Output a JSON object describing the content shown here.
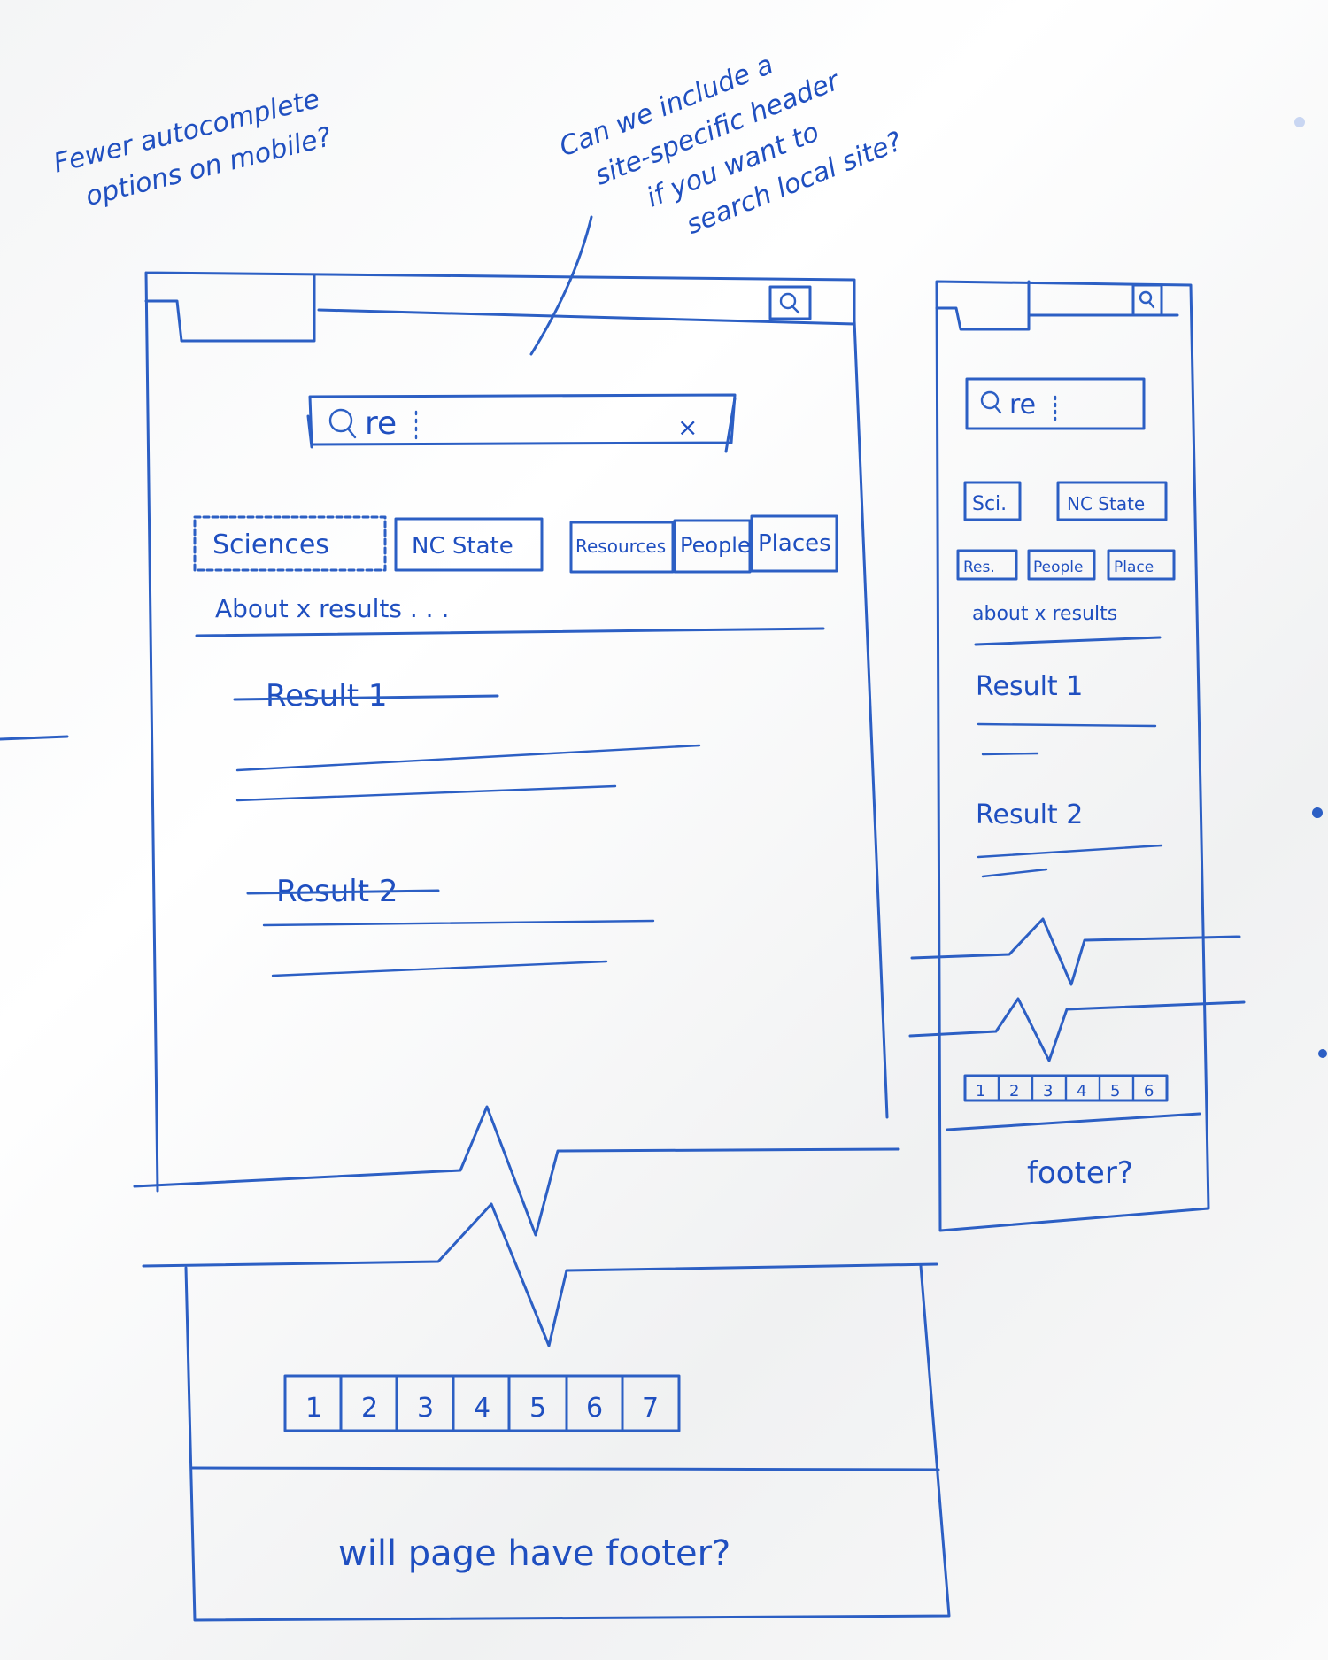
{
  "notes": {
    "mobile_autocomplete": [
      "Fewer autocomplete",
      "options on mobile?"
    ],
    "site_header": [
      "Can we include a",
      "site-specific header",
      "if you want to",
      "search local site?"
    ]
  },
  "desktop": {
    "search_value": "re",
    "search_clear": "×",
    "filters": [
      "Sciences",
      "NC State",
      "Resources",
      "People",
      "Places"
    ],
    "results_summary": "About x results . . .",
    "results": [
      "Result 1",
      "Result 2"
    ],
    "pagination": [
      "1",
      "2",
      "3",
      "4",
      "5",
      "6",
      "7"
    ],
    "footer_question": "will page have footer?"
  },
  "mobile": {
    "search_value": "re",
    "filters_row1": [
      "Sci.",
      "NC State"
    ],
    "filters_row2": [
      "Res.",
      "People",
      "Place"
    ],
    "results_summary": "about x results",
    "results": [
      "Result 1",
      "Result 2"
    ],
    "pagination": [
      "1",
      "2",
      "3",
      "4",
      "5",
      "6"
    ],
    "footer_question": "footer?"
  },
  "colors": {
    "marker": "#2c5fc4",
    "board": "#f4f5f6"
  },
  "icons": [
    "search-icon",
    "clear-icon"
  ]
}
